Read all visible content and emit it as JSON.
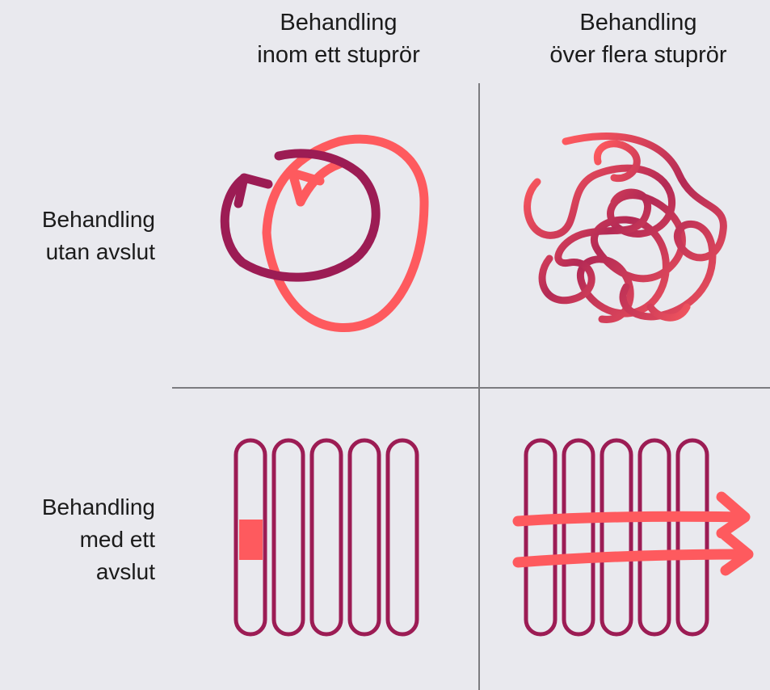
{
  "columns": [
    {
      "line1": "Behandling",
      "line2": "inom ett stuprör"
    },
    {
      "line1": "Behandling",
      "line2": "över flera stuprör"
    }
  ],
  "rows": [
    {
      "line1": "Behandling",
      "line2": "utan avslut",
      "line3": ""
    },
    {
      "line1": "Behandling",
      "line2": "med ett",
      "line3": "avslut"
    }
  ],
  "colors": {
    "background": "#e9e9ee",
    "divider": "#7c7c80",
    "dark": "#9c1c54",
    "coral": "#fe5a5e",
    "text": "#1b1b1b"
  },
  "icons": {
    "top_left": "circular-arrows-icon",
    "top_right": "tangled-scribble-icon",
    "bottom_left": "stuprör-single-highlight-icon",
    "bottom_right": "stuprör-cross-arrows-icon"
  }
}
